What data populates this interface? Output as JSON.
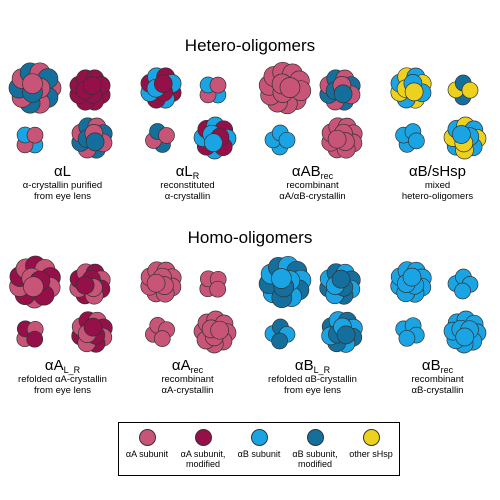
{
  "colors": {
    "aA": "#c85478",
    "aAmod": "#950f48",
    "aB": "#1aa4e4",
    "aBmod": "#156f9c",
    "sHsp": "#edd11f",
    "outline": "#333333"
  },
  "hetero": {
    "title": "Hetero-oligomers",
    "cells": [
      {
        "name": "αL",
        "sub": "",
        "desc1": "α-crystallin purified",
        "desc2": "from eye lens"
      },
      {
        "name": "αL",
        "sub": "R",
        "desc1": "reconstituted",
        "desc2": "α-crystallin"
      },
      {
        "name": "αAB",
        "sub": "rec",
        "desc1": "recombinant",
        "desc2": "αA/αB-crystallin"
      },
      {
        "name": "αB/sHsp",
        "sub": "",
        "desc1": "mixed",
        "desc2": "hetero-oligomers"
      }
    ]
  },
  "homo": {
    "title": "Homo-oligomers",
    "cells": [
      {
        "name": "αA",
        "sub": "L_R",
        "desc1": "refolded αA-crystallin",
        "desc2": "from eye lens"
      },
      {
        "name": "αA",
        "sub": "rec",
        "desc1": "recombinant",
        "desc2": "αA-crystallin"
      },
      {
        "name": "αB",
        "sub": "L_R",
        "desc1": "refolded αB-crystallin",
        "desc2": "from eye lens"
      },
      {
        "name": "αB",
        "sub": "rec",
        "desc1": "recombinant",
        "desc2": "αB-crystallin"
      }
    ]
  },
  "legend": {
    "items": [
      {
        "color": "#c85478",
        "line1": "αA subunit",
        "line2": ""
      },
      {
        "color": "#950f48",
        "line1": "αA subunit,",
        "line2": "modified"
      },
      {
        "color": "#1aa4e4",
        "line1": "αB subunit",
        "line2": ""
      },
      {
        "color": "#156f9c",
        "line1": "αB subunit,",
        "line2": "modified"
      },
      {
        "color": "#edd11f",
        "line1": "other sHsp",
        "line2": ""
      }
    ]
  }
}
